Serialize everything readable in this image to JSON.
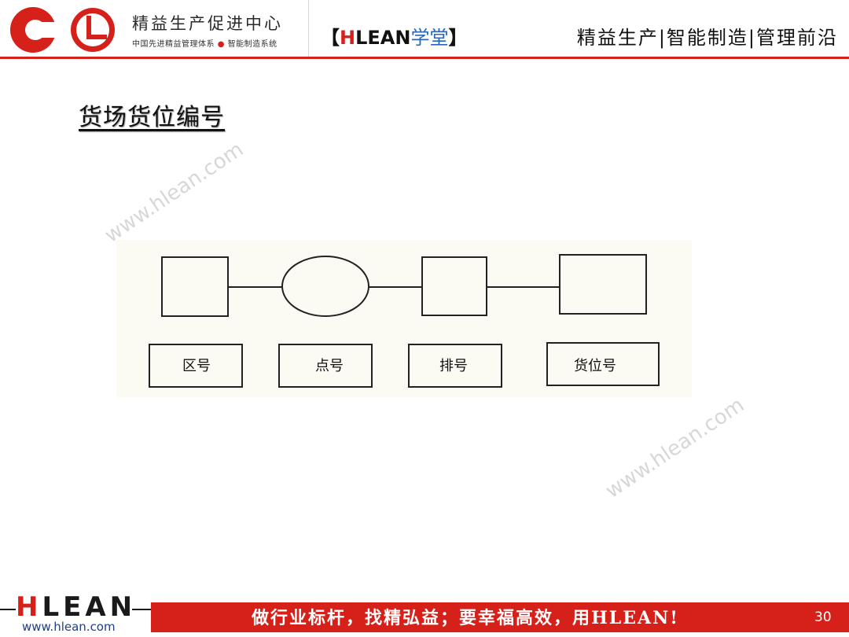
{
  "header": {
    "brand_name": "精益生产促进中心",
    "brand_sub_left": "中国先进精益管理体系",
    "brand_sub_dot": "●",
    "brand_sub_right": "智能制造系统",
    "badge_open": "【",
    "badge_h": "H",
    "badge_lean": "LEAN",
    "badge_xt": "学堂",
    "badge_close": "】",
    "tagline": "精益生产|智能制造|管理前沿",
    "accent_color": "#d6201a"
  },
  "page_title": "货场货位编号",
  "watermark_text": "www.hlean.com",
  "diagram": {
    "labels": [
      "区号",
      "点号",
      "排号",
      "货位号"
    ],
    "top_shapes": [
      "rectangle",
      "ellipse",
      "rectangle",
      "rectangle"
    ]
  },
  "footer": {
    "logo_h": "H",
    "logo_lean": "LEAN",
    "url": "www.hlean.com",
    "slogan": "做行业标杆，找精弘益；要幸福高效，用HLEAN!",
    "page_number": "30"
  }
}
